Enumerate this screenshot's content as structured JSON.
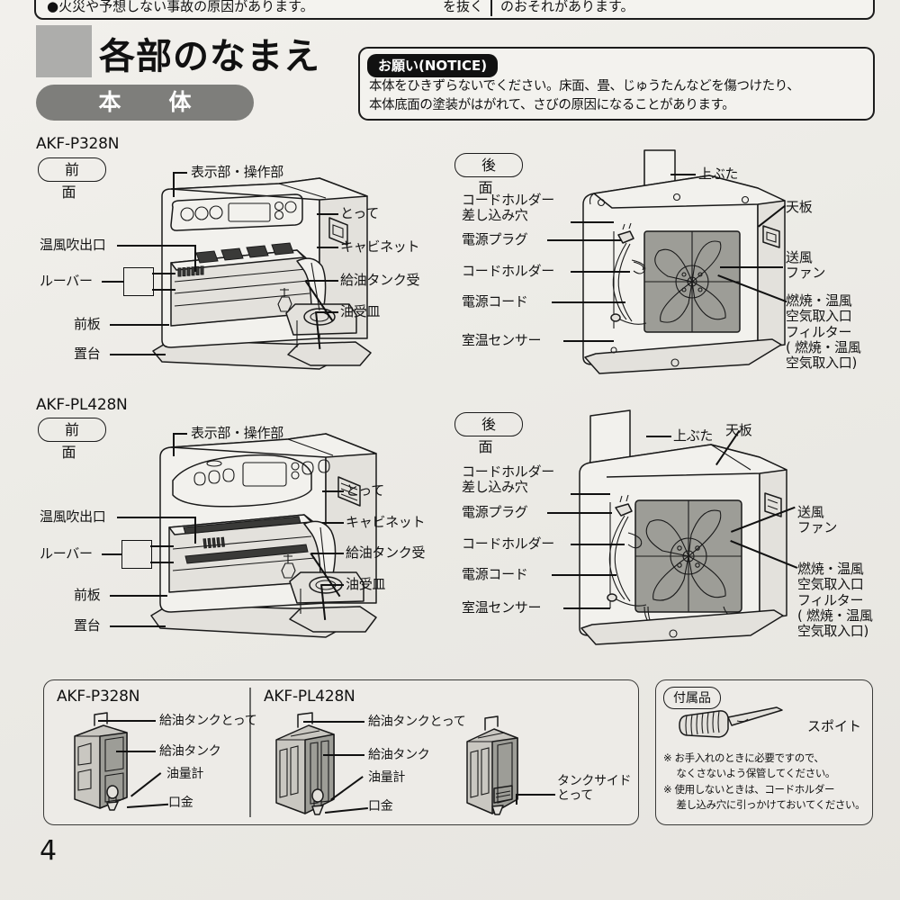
{
  "warning_strip": {
    "left_text": "●火災や予想しない事故の原因があります。",
    "mid_text": "を抜く",
    "right_text": "のおそれがあります。"
  },
  "heading": {
    "title": "各部のなまえ",
    "section_pill": "本　体"
  },
  "notice": {
    "tag": "お願い(NOTICE)",
    "body": "本体をひきずらないでください。床面、畳、じゅうたんなどを傷つけたり、\n本体底面の塗装がはがれて、さびの原因になることがあります。"
  },
  "diagrams": [
    {
      "model": "AKF-P328N",
      "view": "前　面",
      "labels_left": [
        "温風吹出口",
        "ルーバー",
        "前板",
        "置台"
      ],
      "labels_top": [
        "表示部・操作部"
      ],
      "labels_right": [
        "とって",
        "キャビネット",
        "給油タンク受",
        "油受皿"
      ]
    },
    {
      "model": "",
      "view": "後　面",
      "labels_left": [
        "コードホルダー\n差し込み穴",
        "電源プラグ",
        "コードホルダー",
        "電源コード",
        "室温センサー"
      ],
      "labels_top": [
        "上ぶた"
      ],
      "labels_right": [
        "天板",
        "送風\nファン",
        "燃焼・温風\n空気取入口\nフィルター\n( 燃焼・温風\n空気取入口)"
      ]
    },
    {
      "model": "AKF-PL428N",
      "view": "前　面",
      "labels_left": [
        "温風吹出口",
        "ルーバー",
        "前板",
        "置台"
      ],
      "labels_top": [
        "表示部・操作部"
      ],
      "labels_right": [
        "とって",
        "キャビネット",
        "給油タンク受",
        "油受皿"
      ]
    },
    {
      "model": "",
      "view": "後　面",
      "labels_left": [
        "コードホルダー\n差し込み穴",
        "電源プラグ",
        "コードホルダー",
        "電源コード",
        "室温センサー"
      ],
      "labels_top": [
        "上ぶた"
      ],
      "labels_right": [
        "天板",
        "送風\nファン",
        "燃焼・温風\n空気取入口\nフィルター\n( 燃焼・温風\n空気取入口)"
      ]
    }
  ],
  "tank_panel": {
    "groups": [
      {
        "model": "AKF-P328N",
        "labels": [
          "給油タンクとって",
          "給油タンク",
          "油量計",
          "口金"
        ]
      },
      {
        "model": "AKF-PL428N",
        "labels": [
          "給油タンクとって",
          "給油タンク",
          "油量計",
          "口金"
        ],
        "side_label": "タンクサイド\nとって"
      }
    ]
  },
  "accessories": {
    "tag": "付属品",
    "item_label": "スポイト",
    "notes": "※ お手入れのときに必要ですので、\n　 なくさないよう保管してください。\n※ 使用しないときは、コードホルダー\n　 差し込み穴に引っかけておいてください。"
  },
  "page_number": "4",
  "colors": {
    "background": "#ecebe6",
    "pill_gray": "#7e7e7b",
    "square_gray": "#adadab",
    "shade_gray": "#9d9d97",
    "ink": "#1a1a1a"
  }
}
